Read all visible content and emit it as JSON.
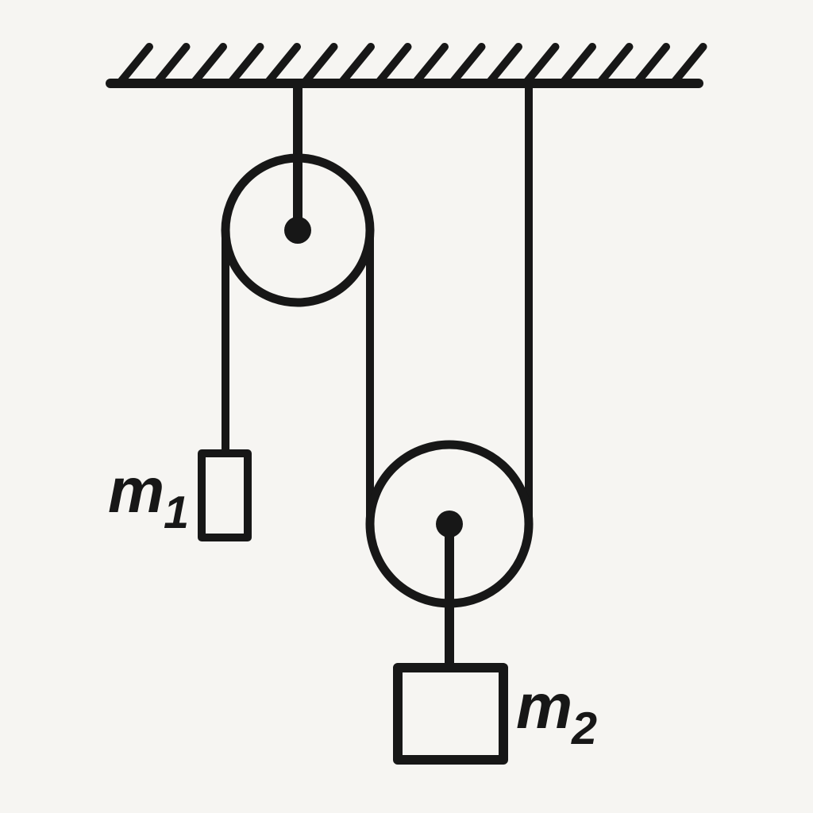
{
  "diagram": {
    "title": "pulley-system-with-two-masses",
    "colors": {
      "ink": "#171717",
      "background": "#f6f5f2"
    },
    "labels": {
      "m1": {
        "base": "m",
        "sub": "1"
      },
      "m2": {
        "base": "m",
        "sub": "2"
      }
    },
    "elements": {
      "ceiling": "hatched ceiling support",
      "fixed_pulley": "upper fixed pulley attached to ceiling by rod",
      "movable_pulley": "lower movable pulley carrying mass m2",
      "rope_left": "rope segment from fixed pulley to mass m1",
      "rope_middle": "rope segment between fixed pulley and movable pulley",
      "rope_right": "rope segment from ceiling to movable pulley",
      "mass_m1": "small rectangular block m1",
      "mass_m2": "square block m2"
    }
  }
}
